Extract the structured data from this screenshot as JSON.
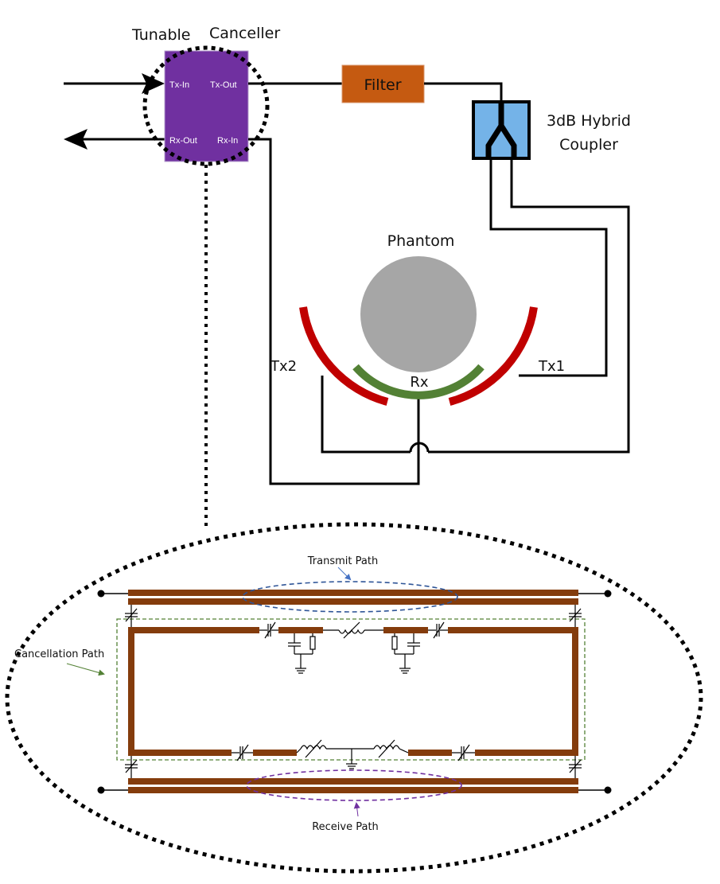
{
  "top": {
    "canceller_title": [
      "Tunable",
      "Canceller"
    ],
    "ports": {
      "tx_in": "Tx-In",
      "tx_out": "Tx-Out",
      "rx_out": "Rx-Out",
      "rx_in": "Rx-In"
    },
    "filter": "Filter",
    "coupler": [
      "3dB Hybrid",
      "Coupler"
    ],
    "phantom": "Phantom",
    "tx1": "Tx1",
    "tx2": "Tx2",
    "rx": "Rx"
  },
  "detail": {
    "transmit_path": "Transmit Path",
    "receive_path": "Receive Path",
    "cancellation_path": "Cancellation Path"
  },
  "colors": {
    "canceller": "#7030a0",
    "filter": "#c55a11",
    "coupler": "#74b3e8",
    "phantom": "#a6a6a6",
    "tx_coil": "#c00000",
    "rx_coil": "#538135",
    "trace": "#843c0c",
    "transmit_marker": "#2f5597",
    "receive_marker": "#7030a0",
    "cancel_marker": "#538135"
  }
}
